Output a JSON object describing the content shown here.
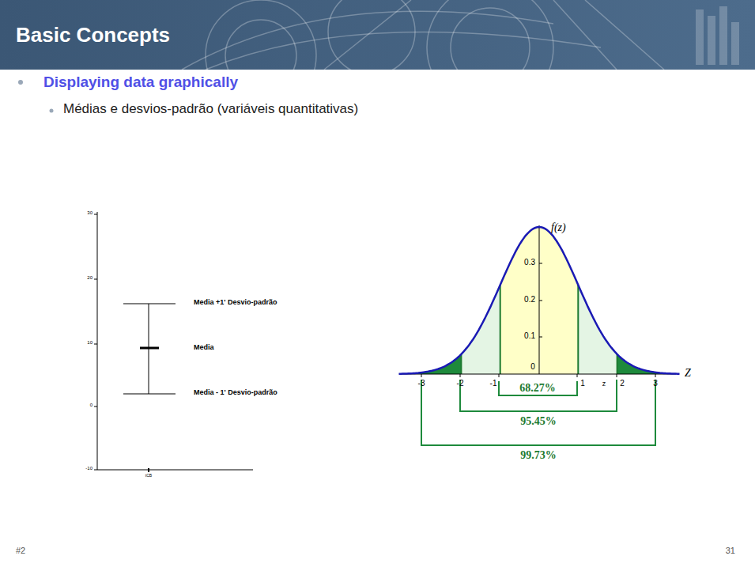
{
  "diagram": {
    "title": "Basic Concepts",
    "labels": [
      "Displaying data graphically",
      "Médias e desvios-padrão (variáveis quantitativas)",
      "30",
      "20",
      "10",
      "0",
      "-10",
      "tCB",
      "Media +1' Desvio-padrão",
      "Media",
      "Media - 1' Desvio-padrão",
      "f(z)",
      "0.3",
      "0.2",
      "0.1",
      "-3",
      "-2",
      "-1",
      "0",
      "1",
      "z",
      "2",
      "3",
      "Z",
      "68.27%",
      "95.45%",
      "99.73%",
      "#2",
      "31"
    ]
  }
}
